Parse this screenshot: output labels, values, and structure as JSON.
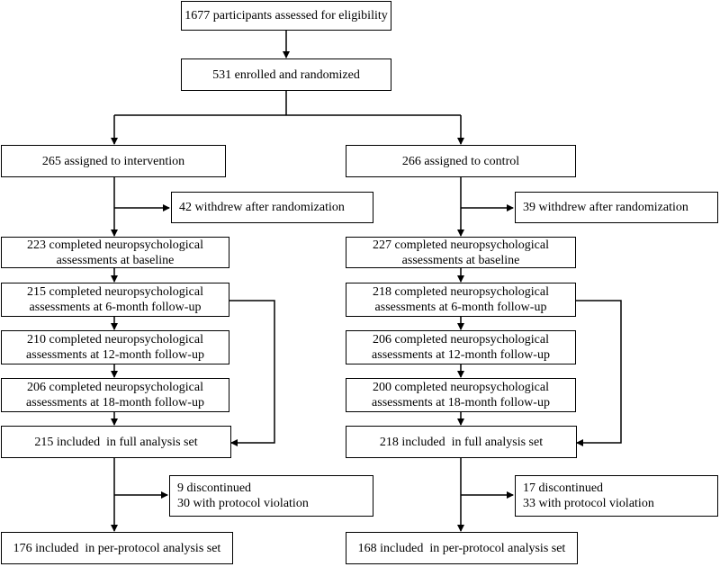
{
  "diagram": {
    "screening": {
      "text": "1677 participants assessed for eligibility"
    },
    "randomized": {
      "text": "531 enrolled and randomized"
    },
    "intervention": {
      "assigned": "265 assigned to intervention",
      "withdrew": "42 withdrew after randomization",
      "baseline": {
        "line1": "223 completed neuropsychological",
        "line2": "assessments at baseline"
      },
      "month6": {
        "line1": "215 completed neuropsychological",
        "line2": "assessments at 6-month follow-up"
      },
      "month12": {
        "line1": "210 completed neuropsychological",
        "line2": "assessments at 12-month follow-up"
      },
      "month18": {
        "line1": "206 completed neuropsychological",
        "line2": "assessments at 18-month follow-up"
      },
      "full_analysis": "215 included  in full analysis set",
      "excluded": {
        "line1": "9 discontinued",
        "line2": "30 with protocol violation"
      },
      "per_protocol": "176 included  in per-protocol analysis set"
    },
    "control": {
      "assigned": "266 assigned to control",
      "withdrew": "39 withdrew after randomization",
      "baseline": {
        "line1": "227 completed neuropsychological",
        "line2": "assessments at baseline"
      },
      "month6": {
        "line1": "218 completed neuropsychological",
        "line2": "assessments at 6-month follow-up"
      },
      "month12": {
        "line1": "206 completed neuropsychological",
        "line2": "assessments at 12-month follow-up"
      },
      "month18": {
        "line1": "200 completed neuropsychological",
        "line2": "assessments at 18-month follow-up"
      },
      "full_analysis": "218 included  in full analysis set",
      "excluded": {
        "line1": "17 discontinued",
        "line2": "33 with protocol violation"
      },
      "per_protocol": "168 included  in per-protocol analysis set"
    }
  }
}
